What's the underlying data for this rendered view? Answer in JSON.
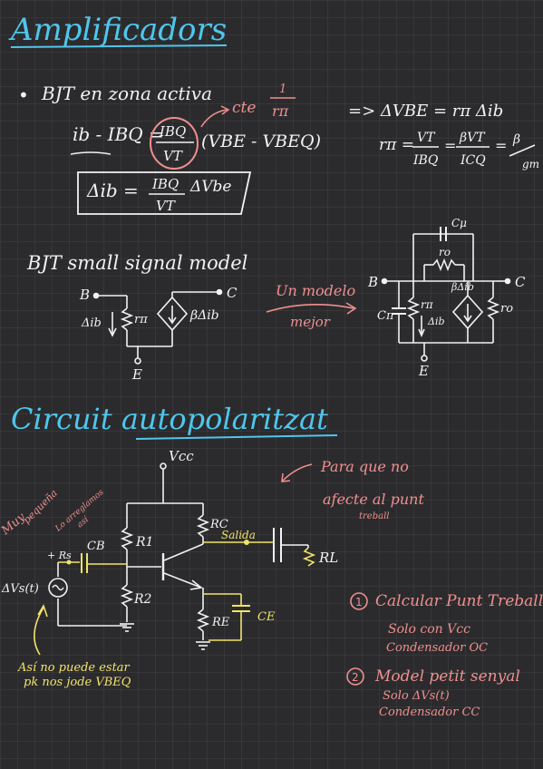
{
  "colors": {
    "white": "#f2f2f2",
    "cyan": "#4fc6ec",
    "pink": "#f08f8f",
    "yellow": "#f1e36a",
    "background": "#2b2b2d"
  },
  "section1": {
    "title": "Amplificadors",
    "bullet": "•",
    "bjt_line": "BJT en zona activa",
    "cte_label": "cte",
    "cte_one": "1",
    "cte_rpi": "rπ",
    "ib_lhs": "ib - IBQ =",
    "ibq_frac_num": "IBQ",
    "ibq_frac_den": "VT",
    "ib_rhs": "(VBE - VBEQ)",
    "delta_ib": "Δib =",
    "delta_num": "IBQ",
    "delta_den": "VT",
    "delta_vbe": "ΔVbe",
    "implies": "=> ΔVBE = rπ Δib",
    "rpi_eq": "rπ =",
    "rpi_f1_num": "VT",
    "rpi_f1_den": "IBQ",
    "eq": "=",
    "rpi_f2_num": "βVT",
    "rpi_f2_den": "ICQ",
    "rpi_f3_num": "β",
    "rpi_f3_den": "gm"
  },
  "small_signal": {
    "title": "BJT small signal model",
    "B": "B",
    "C": "C",
    "E": "E",
    "delta_ib": "Δib",
    "rpi": "rπ",
    "beta_ib": "βΔib",
    "arrow_label_top": "Un modelo",
    "arrow_label_bottom": "mejor",
    "cu": "Cμ",
    "ro_top": "ro",
    "cpi": "Cπ",
    "rpi2": "rπ",
    "delta_ib2": "Δib",
    "beta_ib2": "βΔib",
    "ro": "ro"
  },
  "section2": {
    "title": "Circuit autopolaritzat",
    "vcc": "Vcc",
    "note_pink_1": "Para que no",
    "note_pink_2": "afecte al punt",
    "note_pink_3": "treball",
    "note_muy": "Muy",
    "note_pequena": "pequeña",
    "note_arreglamos_1": "Lo arreglamos",
    "note_arreglamos_2": "así",
    "r1": "R1",
    "r2": "R2",
    "rc": "RC",
    "re": "RE",
    "ce": "CE",
    "cb": "CB",
    "rs": "+ Rs",
    "salida": "Salida",
    "rl": "RL",
    "vs": "ΔVs(t)",
    "note_yellow_1": "Así no puede estar",
    "note_yellow_2": "pk nos jode VBEQ",
    "step1_num": "1",
    "step1_title": "Calcular Punt Treball",
    "step1_a": "Solo con Vcc",
    "step1_b": "Condensador OC",
    "step2_num": "2",
    "step2_title": "Model petit senyal",
    "step2_a": "Solo ΔVs(t)",
    "step2_b": "Condensador CC"
  }
}
